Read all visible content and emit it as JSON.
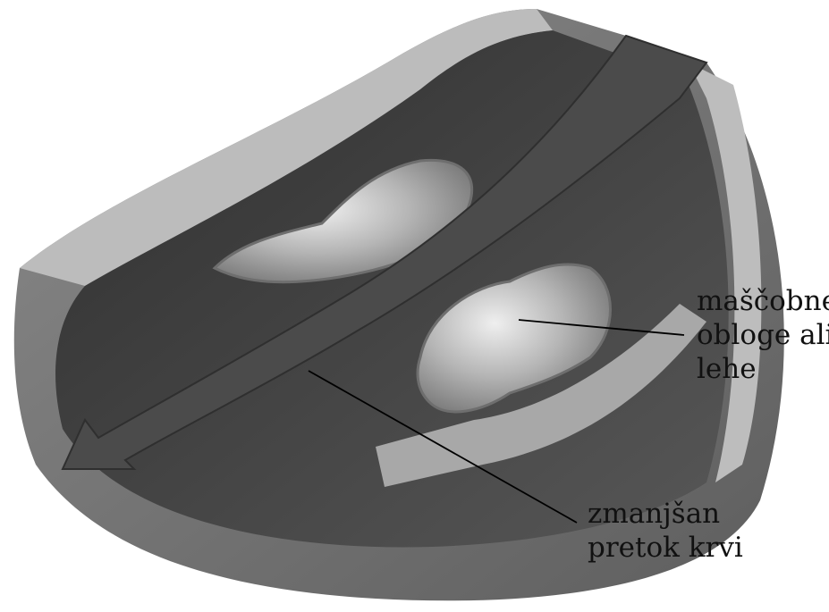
{
  "colors": {
    "background": "#ffffff",
    "outer_wall": "#7a7a7a",
    "wall_cut_face": "#b9b9b9",
    "lumen": "#3e3e3e",
    "plaque": "#a9a9a9",
    "arrow": "#4a4a4a",
    "leader_line": "#000000",
    "text": "#111111"
  },
  "labels": {
    "plaque": {
      "lines": [
        "maščobne",
        "obloge ali",
        "lehe"
      ]
    },
    "flow": {
      "lines": [
        "zmanjšan",
        "pretok krvi"
      ]
    }
  },
  "icons": {
    "flow_arrow": "arrow-icon"
  }
}
